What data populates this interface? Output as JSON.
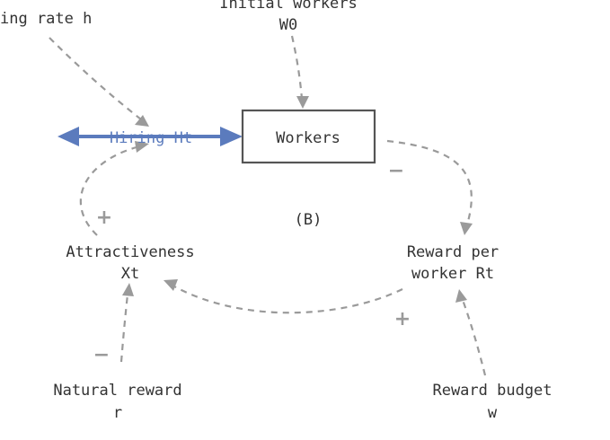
{
  "diagram": {
    "nodes": {
      "hiring_rate": "ing rate h",
      "initial_workers_line1": "Initial workers",
      "initial_workers_line2": "W0",
      "workers": "Workers",
      "hiring_flow": "Hiring Ht",
      "loop_label": "(B)",
      "attractiveness_line1": "Attractiveness",
      "attractiveness_line2": "Xt",
      "reward_per_worker_line1": "Reward per",
      "reward_per_worker_line2": "worker Rt",
      "natural_reward_line1": "Natural reward",
      "natural_reward_line2": "r",
      "reward_budget_line1": "Reward budget",
      "reward_budget_line2": "w"
    },
    "signs": {
      "workers_to_reward": "−",
      "attractiveness_to_hiring": "+",
      "reward_to_attractiveness": "+",
      "natural_reward_to_attractiveness": "−"
    },
    "colors": {
      "flow": "#5b7bbd",
      "link": "#9a9a9a",
      "text": "#333333",
      "stock_border": "#555555"
    }
  }
}
